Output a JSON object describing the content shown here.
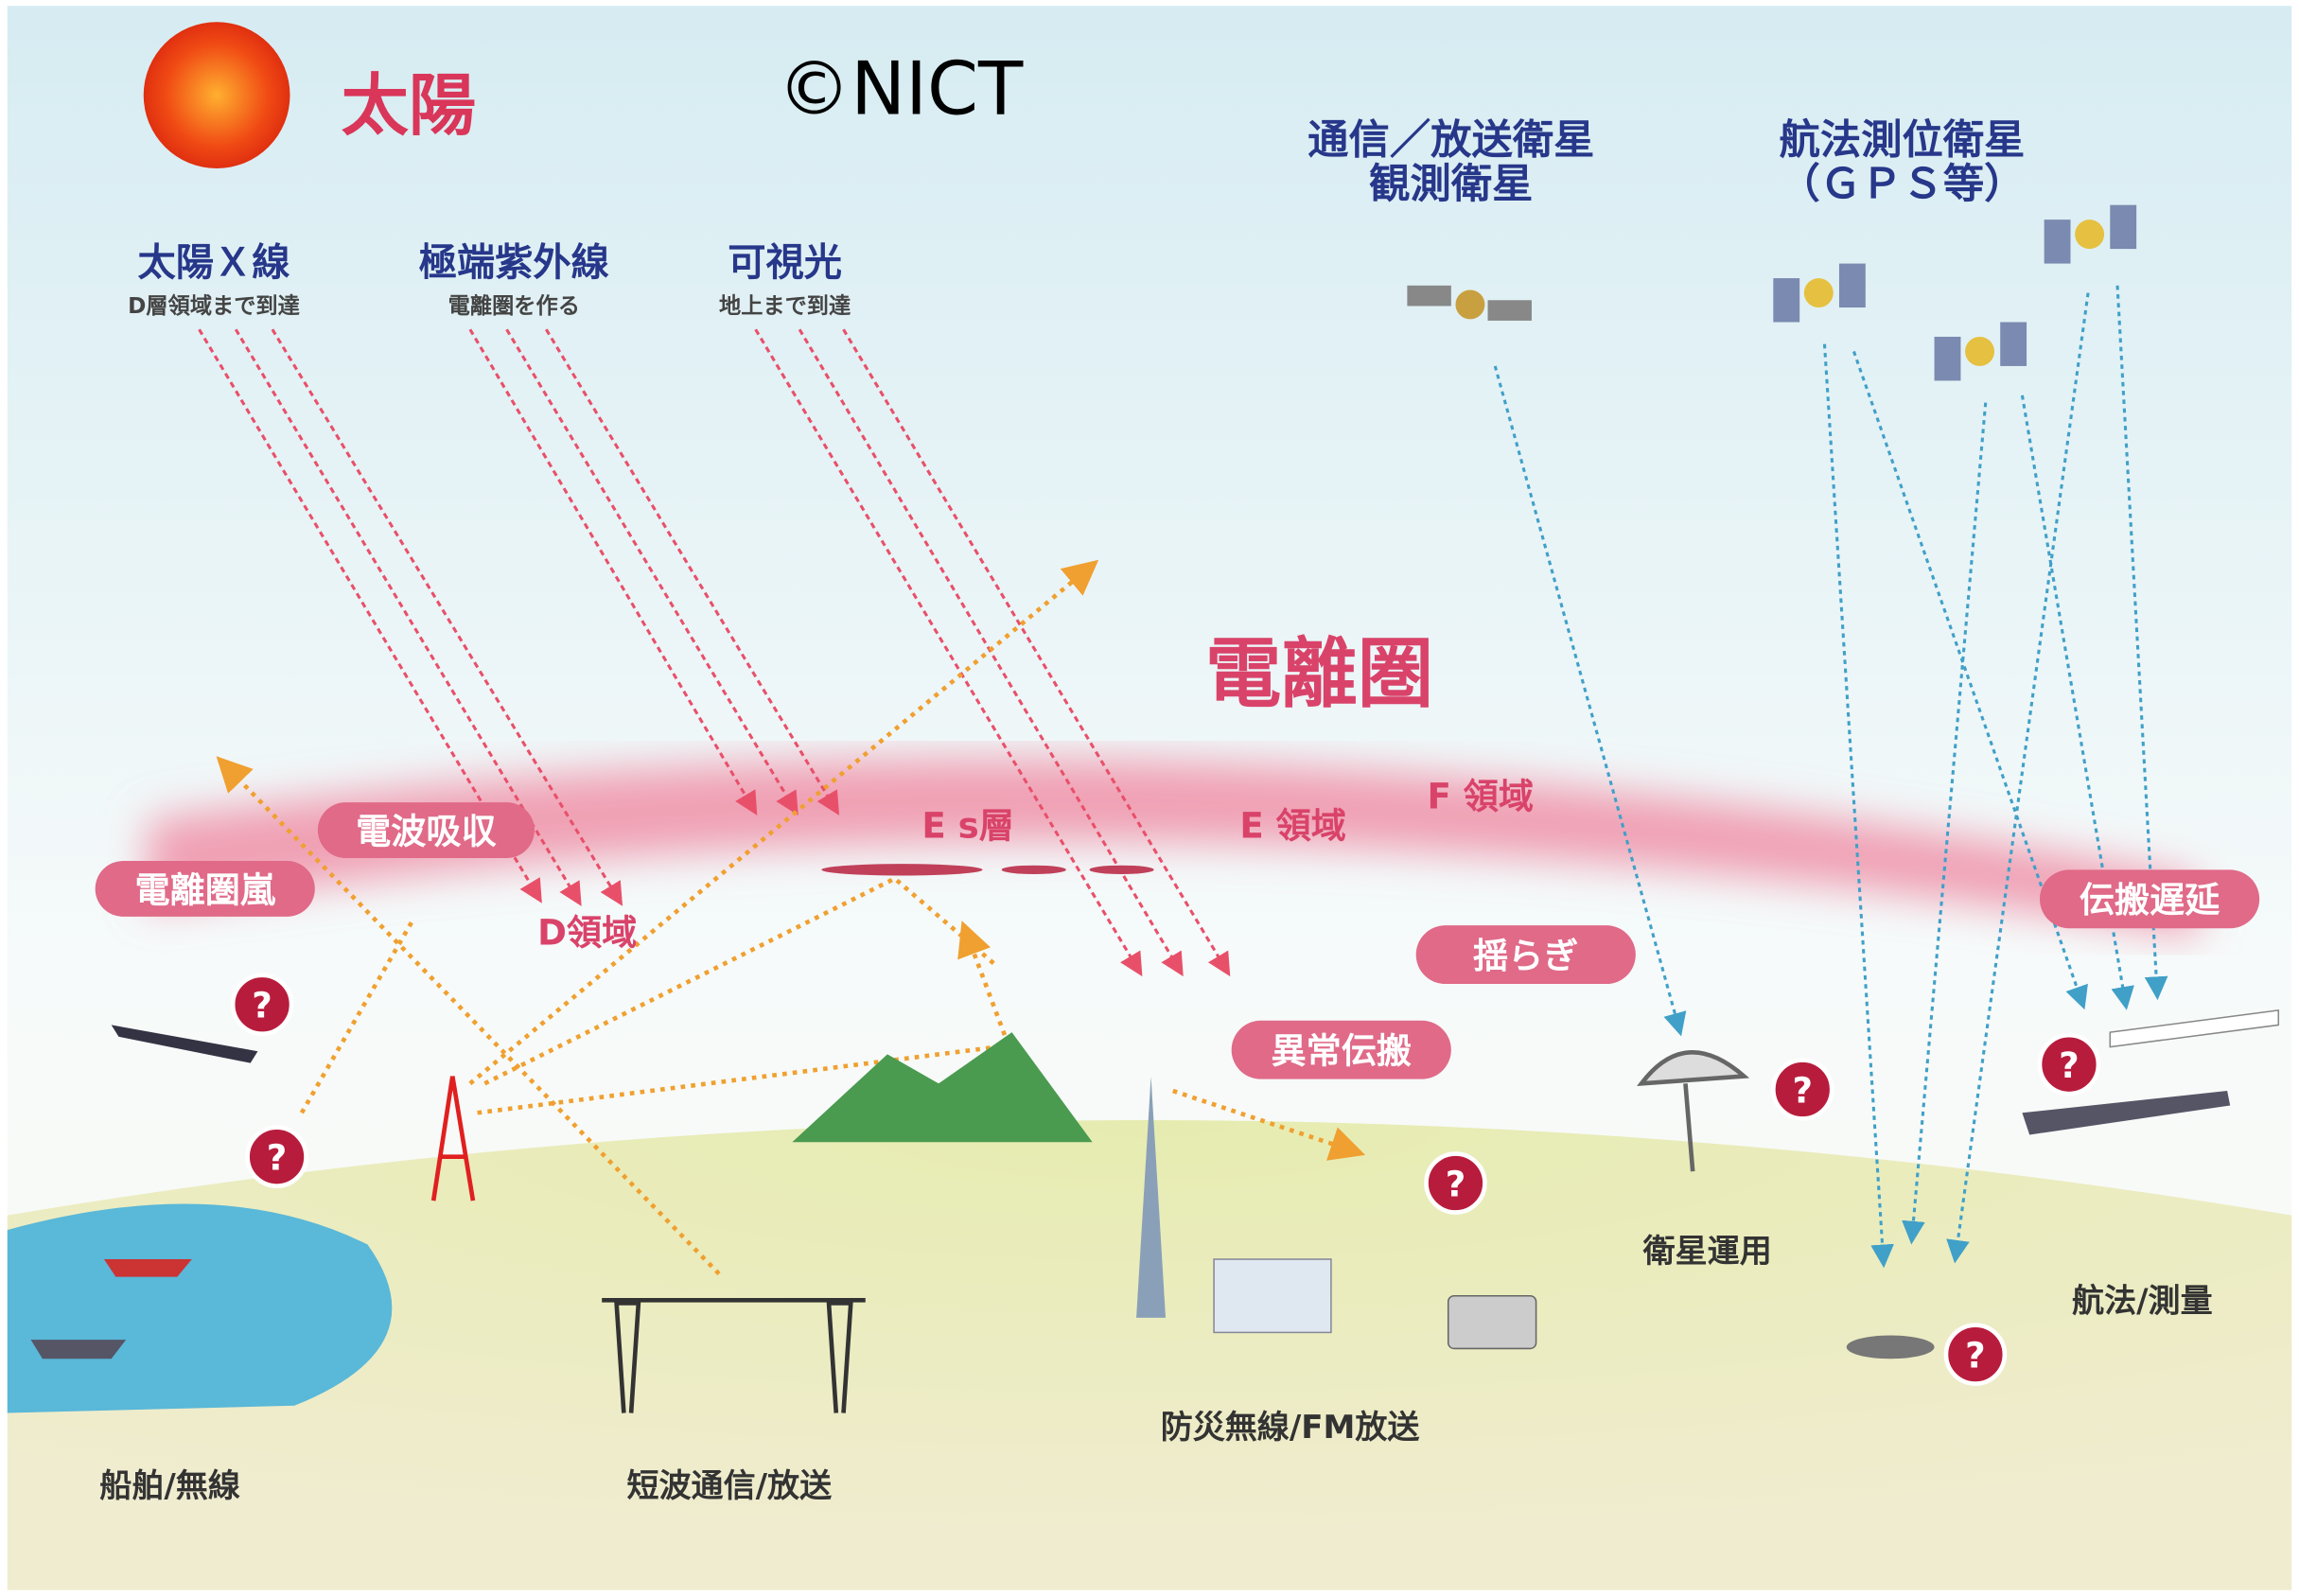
{
  "copyright": "©NICT",
  "sun": {
    "label": "太陽"
  },
  "ionosphere": {
    "title": "電離圏",
    "regions": {
      "d": "D領域",
      "e": "E 領域",
      "f": "F 領域",
      "es": "E s層"
    }
  },
  "radiation": [
    {
      "title": "太陽Ｘ線",
      "subtitle": "D層領域まで到達"
    },
    {
      "title": "極端紫外線",
      "subtitle": "電離圏を作る"
    },
    {
      "title": "可視光",
      "subtitle": "地上まで到達"
    }
  ],
  "satellites": {
    "comm": {
      "line1": "通信／放送衛星",
      "line2": "観測衛星"
    },
    "nav": {
      "line1": "航法測位衛星",
      "line2": "（ＧＰＳ等）"
    }
  },
  "effects": {
    "absorption": "電波吸収",
    "storm": "電離圏嵐",
    "scintillation": "揺らぎ",
    "anomalous": "異常伝搬",
    "delay": "伝搬遅延"
  },
  "question_mark": "?",
  "ground": {
    "ship": "船舶/無線",
    "shortwave": "短波通信/放送",
    "disaster": "防災無線/FM放送",
    "satellite_ops": "衛星運用",
    "navigation": "航法/測量"
  },
  "colors": {
    "sun": "#f04a14",
    "ionosphere": "#f0a0b4",
    "pill": "#e06a88",
    "navy": "#27378a",
    "ray": "#e8506a",
    "orange": "#f0a030",
    "blue": "#40a0c8"
  }
}
